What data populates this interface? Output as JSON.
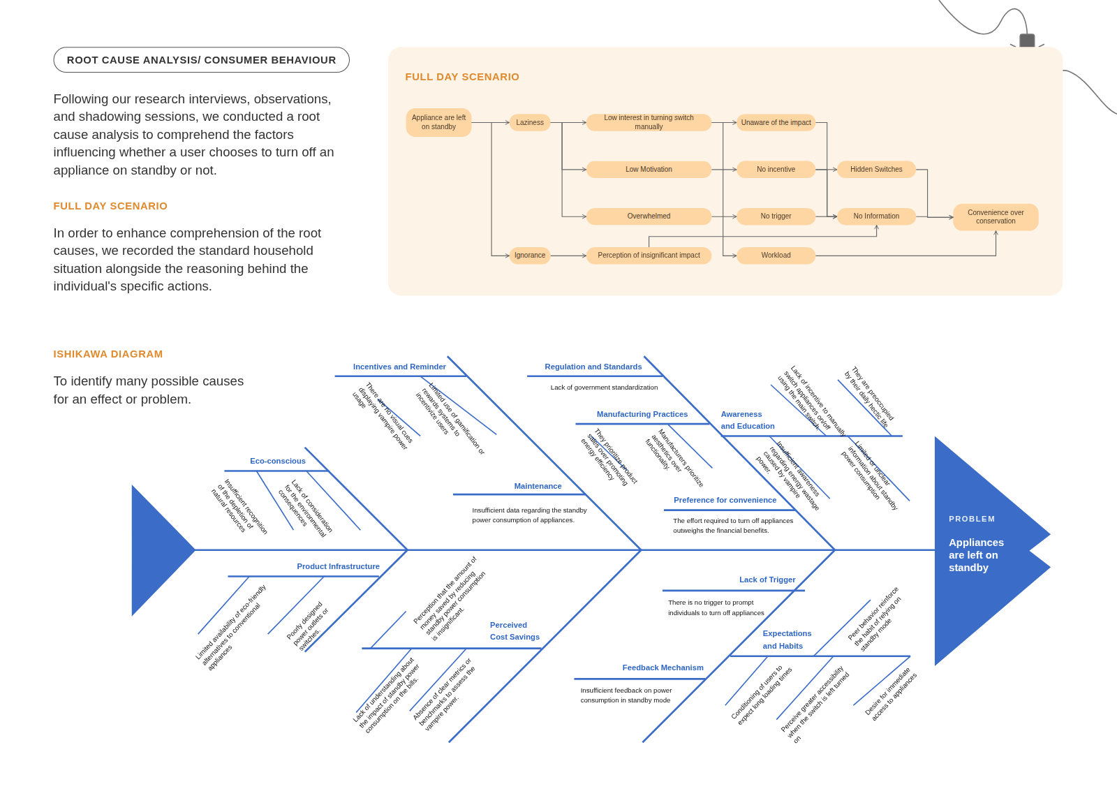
{
  "diagram": {
    "nodes": [
      {
        "text": [
          "ROOT CAUSE ANALYSIS/ CONSUMER BEHAVIOUR"
        ]
      },
      {
        "text": [
          "FULL DAY SCENARIO"
        ]
      },
      {
        "text": [
          "Appliance are left on standby"
        ],
        "in": 1
      },
      {
        "text": [
          "Laziness"
        ],
        "in": 1
      },
      {
        "text": [
          "Low interest in turning switch manually"
        ],
        "in": 1
      },
      {
        "text": [
          "Unaware of the impact"
        ],
        "in": 1
      },
      {
        "text": [
          "Low Motivation"
        ],
        "in": 1
      },
      {
        "text": [
          "No incentive"
        ],
        "in": 1
      },
      {
        "text": [
          "Hidden Switches"
        ],
        "in": 1
      },
      {
        "text": [
          "Overwhelmed"
        ],
        "in": 1
      },
      {
        "text": [
          "No trigger"
        ],
        "in": 1
      },
      {
        "text": [
          "No Information"
        ],
        "in": 1
      },
      {
        "text": [
          "Convenience over conservation"
        ],
        "in": 1
      },
      {
        "text": [
          "Ignorance"
        ],
        "in": 1
      },
      {
        "text": [
          "Perception of insignificant impact"
        ],
        "in": 1
      },
      {
        "text": [
          "Workload"
        ],
        "in": 1
      },
      {
        "text": [
          "PROBLEM",
          "Appliances are left on standby"
        ]
      }
    ],
    "edges": [
      {
        "from": 2,
        "to": 3,
        "arrow": "to"
      },
      {
        "from": 2,
        "to": 13,
        "arrow": "to"
      },
      {
        "from": 3,
        "to": 4,
        "arrow": "to"
      },
      {
        "from": 3,
        "to": 6,
        "arrow": "to"
      },
      {
        "from": 3,
        "to": 9,
        "arrow": "to"
      },
      {
        "from": 4,
        "to": 5,
        "arrow": "to"
      },
      {
        "from": 4,
        "to": 10,
        "arrow": "to"
      },
      {
        "from": 6,
        "to": 7,
        "arrow": "to"
      },
      {
        "from": 5,
        "to": 11,
        "arrow": "to"
      },
      {
        "from": 7,
        "to": 8,
        "arrow": "to"
      },
      {
        "from": 7,
        "to": 11,
        "arrow": "to"
      },
      {
        "from": 10,
        "to": 11,
        "arrow": "to"
      },
      {
        "from": 9,
        "to": 15,
        "arrow": "to"
      },
      {
        "from": 13,
        "to": 14,
        "arrow": "to"
      },
      {
        "from": 14,
        "to": 11,
        "arrow": "to"
      },
      {
        "from": 8,
        "to": 12,
        "arrow": "to"
      },
      {
        "from": 11,
        "to": 12,
        "arrow": "to"
      },
      {
        "from": 15,
        "to": 12,
        "arrow": "to"
      }
    ],
    "labels": [
      "Following our research interviews, observations, and shadowing sessions, we conducted a root cause analysis to comprehend the factors influencing whether a user chooses to turn off an appliance on standby or not.",
      "FULL DAY SCENARIO",
      "In order to enhance comprehension of the root causes, we recorded the standard household situation alongside the reasoning behind the individual's specific actions.",
      "ISHIKAWA DIAGRAM",
      "To identify many possible causes for an effect or problem.",
      "Incentives and Reminder",
      "There are no visual cues displaying vampire power usage",
      "Limited use of gamification or rewards systems to incentivize users",
      "Regulation and Standards",
      "Lack of government standardization",
      "Manufacturing Practices",
      "They prioritize product sales over promoting energy efficiency",
      "Manufacturers prioritize aesthetics over functionality.",
      "Awareness and Education",
      "Lack of incentive to manually switch appliances on/off using the main switch.",
      "They are preoccupied by their daily hectic life",
      "Insufficient awareness regarding energy wastage caused by vampire power.",
      "Limited or unclear information about standby power consumption",
      "Eco-conscious",
      "Insufficient recognition of the depletion of natural resources",
      "Lack of consideration for the environmental consequences",
      "Maintenance",
      "Insufficient data regarding the standby power consumption of appliances.",
      "Preference for convenience",
      "The effort required to turn off appliances outweighs the financial benefits.",
      "Product Infrastructure",
      "Limited availability of eco-friendly alternatives to conventional appliances",
      "Poorly designed power outlets or switches.",
      "Perception that the amount of money saved by reducing standby power consumption is insignificant.",
      "Perceived Cost Savings",
      "Lack of understanding about the impact of standby power consumption on the bills.",
      "Absence of clear metrics or benchmarks to assess the vampire power.",
      "Lack of Trigger",
      "There is no trigger to prompt individuals to turn off appliances",
      "Expectations and Habits",
      "Peer behavior reinforce the habit of relying on standby mode",
      "Feedback Mechanism",
      "Insufficient feedback on power consumption in standby mode",
      "Conditioning of users to expect long loading times",
      "Perceive greater accessibility when the switch is left turned on",
      "Desire for immediate access to appliances"
    ]
  }
}
